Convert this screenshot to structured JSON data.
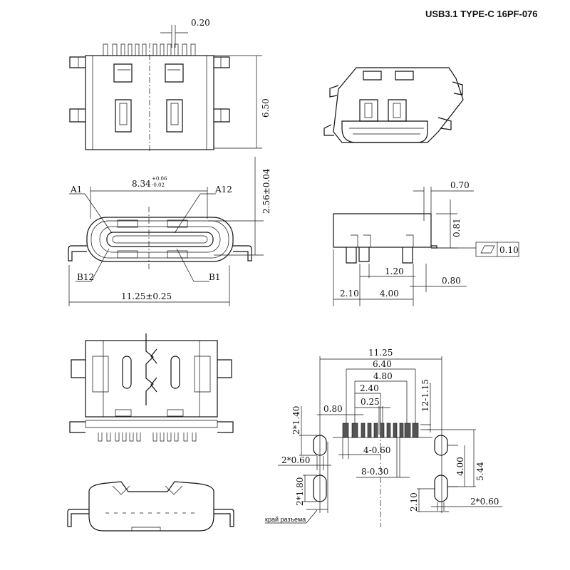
{
  "title": "USB3.1  TYPE-C  16PF-076",
  "top_view": {
    "pitch": "0.20",
    "height": "6.50"
  },
  "front_view": {
    "width_inner": "8.34",
    "tol_plus": "+0.06",
    "tol_minus": "-0.02",
    "width_total": "11.25±0.25",
    "height": "2.56±0.04",
    "pins": [
      "A1",
      "A12",
      "B12",
      "B1"
    ]
  },
  "side_view": {
    "d1": "0.70",
    "d2": "0.81",
    "flatness": "0.10",
    "d3": "1.20",
    "d4": "2.10",
    "d5": "4.00",
    "d6": "0.80"
  },
  "footprint": {
    "overall": "11.25",
    "d640": "6.40",
    "d480": "4.80",
    "d240": "2.40",
    "d025": "0.25",
    "d080": "0.80",
    "pads12": "12-1.15",
    "hole_h_top": "2*1.40",
    "hole_w_left": "2*0.60",
    "pads4": "4-0.60",
    "pads8": "8-0.30",
    "hole_h_bot": "2*1.80",
    "d400": "4.00",
    "d544": "5.44",
    "d210": "2.10",
    "hole_w_right": "2*0.60",
    "edge_label": "край разъема"
  }
}
